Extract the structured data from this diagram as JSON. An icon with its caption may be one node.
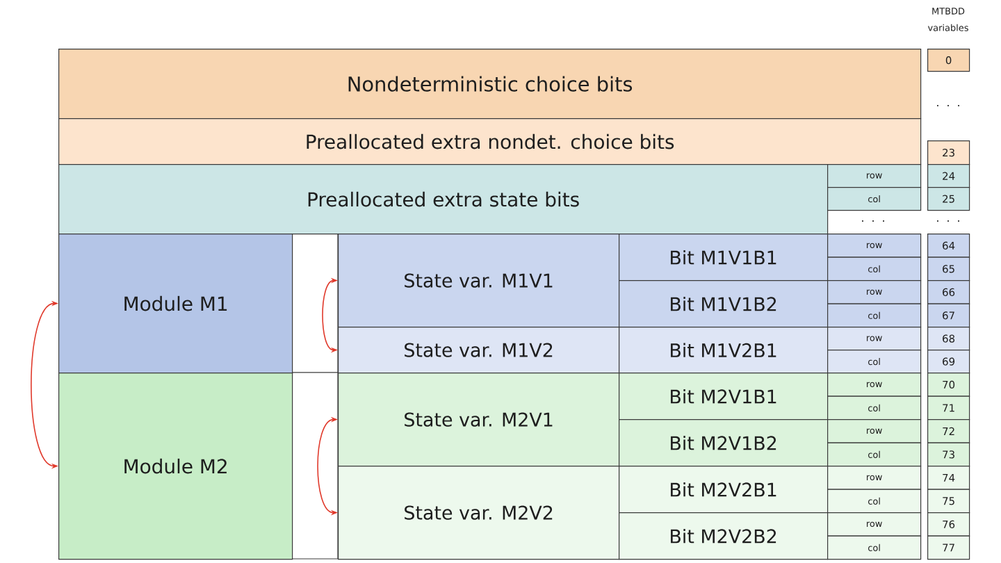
{
  "diagram": {
    "nodes": [
      {
        "text": [
          "Nondeterministic choice bits"
        ]
      },
      {
        "text": [
          "0"
        ]
      },
      {
        "text": [
          "Preallocated extra nondet. choice bits"
        ]
      },
      {
        "text": [
          "23"
        ]
      },
      {
        "text": [
          "Preallocated extra state bits"
        ]
      },
      {
        "text": [
          "row"
        ]
      },
      {
        "text": [
          "24"
        ]
      },
      {
        "text": [
          "col"
        ]
      },
      {
        "text": [
          "25"
        ]
      },
      {
        "text": [
          "Module M1"
        ]
      },
      {
        "text": [
          "State var. M1V1"
        ]
      },
      {
        "text": [
          "Bit M1V1B1"
        ]
      },
      {
        "text": [
          "row"
        ]
      },
      {
        "text": [
          "64"
        ]
      },
      {
        "text": [
          "col"
        ]
      },
      {
        "text": [
          "65"
        ]
      },
      {
        "text": [
          "Bit M1V1B2"
        ]
      },
      {
        "text": [
          "row"
        ]
      },
      {
        "text": [
          "66"
        ]
      },
      {
        "text": [
          "col"
        ]
      },
      {
        "text": [
          "67"
        ]
      },
      {
        "text": [
          "State var. M1V2"
        ]
      },
      {
        "text": [
          "Bit M1V2B1"
        ]
      },
      {
        "text": [
          "row"
        ]
      },
      {
        "text": [
          "68"
        ]
      },
      {
        "text": [
          "col"
        ]
      },
      {
        "text": [
          "69"
        ]
      },
      {
        "text": [
          "Module M2"
        ]
      },
      {
        "text": [
          "State var. M2V1"
        ]
      },
      {
        "text": [
          "Bit M2V1B1"
        ]
      },
      {
        "text": [
          "row"
        ]
      },
      {
        "text": [
          "70"
        ]
      },
      {
        "text": [
          "col"
        ]
      },
      {
        "text": [
          "71"
        ]
      },
      {
        "text": [
          "Bit M2V1B2"
        ]
      },
      {
        "text": [
          "row"
        ]
      },
      {
        "text": [
          "72"
        ]
      },
      {
        "text": [
          "col"
        ]
      },
      {
        "text": [
          "73"
        ]
      },
      {
        "text": [
          "State var. M2V2"
        ]
      },
      {
        "text": [
          "Bit M2V2B1"
        ]
      },
      {
        "text": [
          "row"
        ]
      },
      {
        "text": [
          "74"
        ]
      },
      {
        "text": [
          "col"
        ]
      },
      {
        "text": [
          "75"
        ]
      },
      {
        "text": [
          "Bit M2V2B2"
        ]
      },
      {
        "text": [
          "row"
        ]
      },
      {
        "text": [
          "76"
        ]
      },
      {
        "text": [
          "col"
        ]
      },
      {
        "text": [
          "77"
        ]
      }
    ],
    "edges": [
      {
        "from": 9,
        "to": 27,
        "arrow": "both"
      },
      {
        "from": 10,
        "to": 21,
        "arrow": "both"
      },
      {
        "from": 28,
        "to": 39,
        "arrow": "both"
      }
    ],
    "labels": [
      "MTBDD variables",
      ". . .",
      ". . .",
      ". . ."
    ]
  }
}
